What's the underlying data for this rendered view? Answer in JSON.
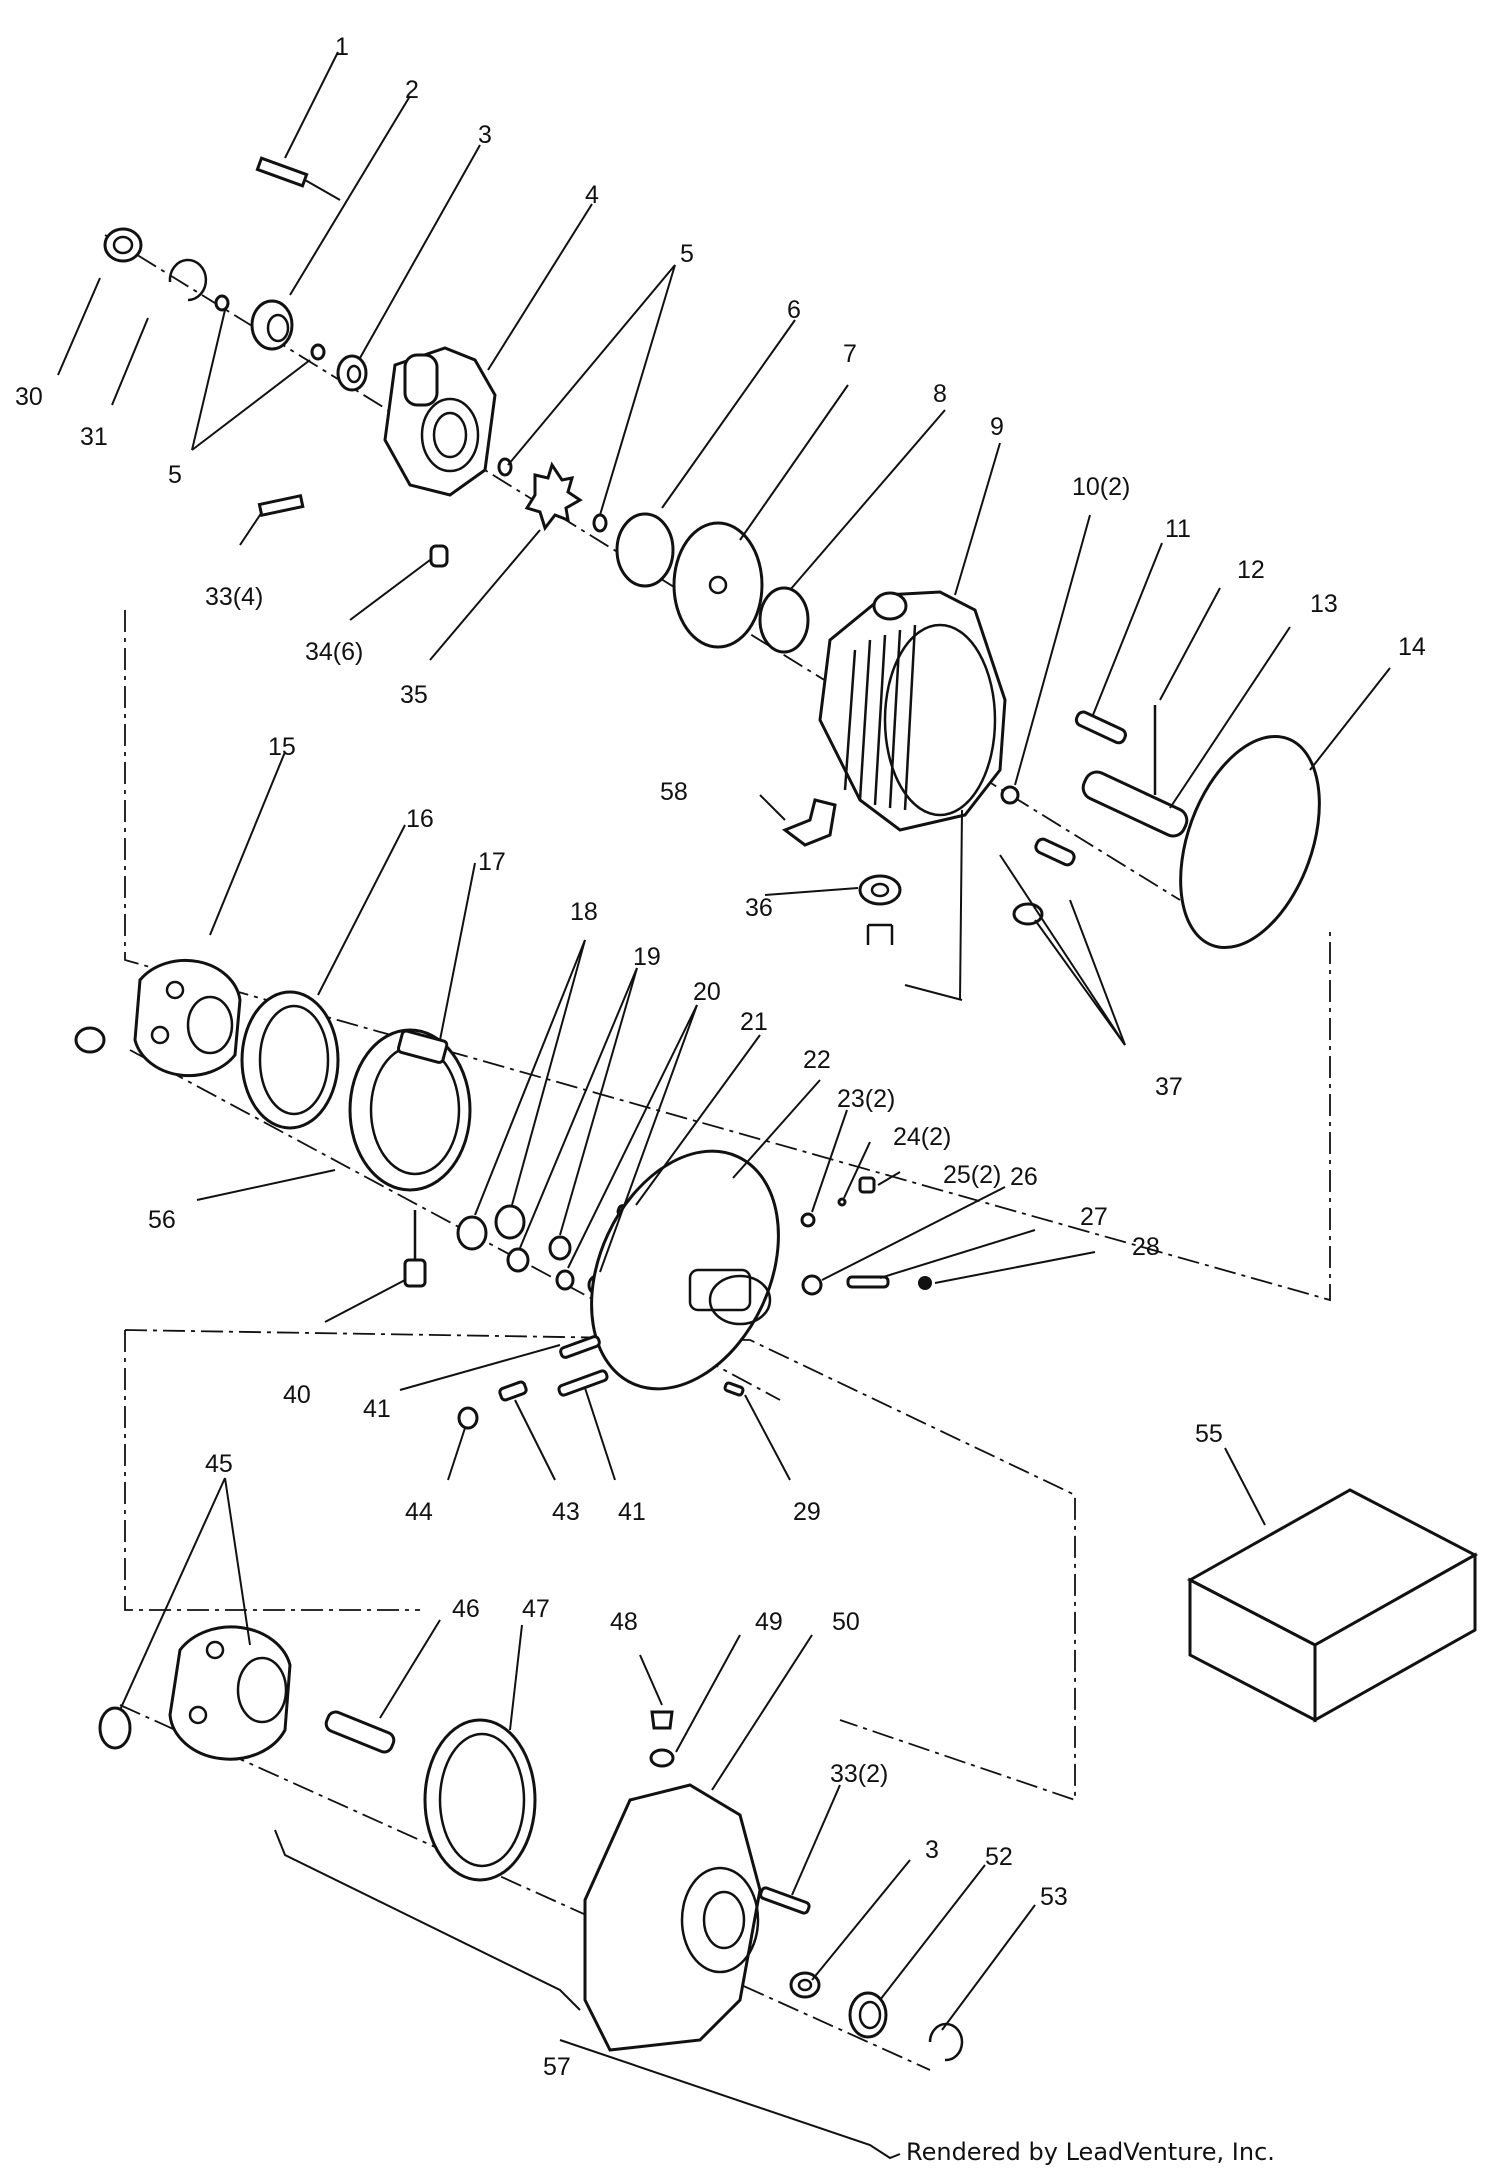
{
  "credit": "Rendered by LeadVenture, Inc.",
  "accessory_box_label": "55",
  "callouts": [
    {
      "id": "c1",
      "text": "1"
    },
    {
      "id": "c2",
      "text": "2"
    },
    {
      "id": "c3",
      "text": "3"
    },
    {
      "id": "c4",
      "text": "4"
    },
    {
      "id": "c5a",
      "text": "5"
    },
    {
      "id": "c5b",
      "text": "5"
    },
    {
      "id": "c6",
      "text": "6"
    },
    {
      "id": "c7",
      "text": "7"
    },
    {
      "id": "c8",
      "text": "8"
    },
    {
      "id": "c9",
      "text": "9"
    },
    {
      "id": "c10",
      "text": "10(2)"
    },
    {
      "id": "c11",
      "text": "11"
    },
    {
      "id": "c12",
      "text": "12"
    },
    {
      "id": "c13",
      "text": "13"
    },
    {
      "id": "c14",
      "text": "14"
    },
    {
      "id": "c15",
      "text": "15"
    },
    {
      "id": "c16",
      "text": "16"
    },
    {
      "id": "c17",
      "text": "17"
    },
    {
      "id": "c18",
      "text": "18"
    },
    {
      "id": "c19",
      "text": "19"
    },
    {
      "id": "c20",
      "text": "20"
    },
    {
      "id": "c21",
      "text": "21"
    },
    {
      "id": "c22",
      "text": "22"
    },
    {
      "id": "c23",
      "text": "23(2)"
    },
    {
      "id": "c24",
      "text": "24(2)"
    },
    {
      "id": "c25",
      "text": "25(2)"
    },
    {
      "id": "c26",
      "text": "26"
    },
    {
      "id": "c27",
      "text": "27"
    },
    {
      "id": "c28",
      "text": "28"
    },
    {
      "id": "c29",
      "text": "29"
    },
    {
      "id": "c30",
      "text": "30"
    },
    {
      "id": "c31",
      "text": "31"
    },
    {
      "id": "c33a",
      "text": "33(4)"
    },
    {
      "id": "c34",
      "text": "34(6)"
    },
    {
      "id": "c35",
      "text": "35"
    },
    {
      "id": "c36",
      "text": "36"
    },
    {
      "id": "c37",
      "text": "37"
    },
    {
      "id": "c40",
      "text": "40"
    },
    {
      "id": "c41a",
      "text": "41"
    },
    {
      "id": "c41b",
      "text": "41"
    },
    {
      "id": "c43",
      "text": "43"
    },
    {
      "id": "c44",
      "text": "44"
    },
    {
      "id": "c45",
      "text": "45"
    },
    {
      "id": "c46",
      "text": "46"
    },
    {
      "id": "c47",
      "text": "47"
    },
    {
      "id": "c48",
      "text": "48"
    },
    {
      "id": "c49",
      "text": "49"
    },
    {
      "id": "c50",
      "text": "50"
    },
    {
      "id": "c52",
      "text": "52"
    },
    {
      "id": "c53",
      "text": "53"
    },
    {
      "id": "c33b",
      "text": "33(2)"
    },
    {
      "id": "c3b",
      "text": "3"
    },
    {
      "id": "c56",
      "text": "56"
    },
    {
      "id": "c57",
      "text": "57"
    },
    {
      "id": "c58",
      "text": "58"
    }
  ]
}
